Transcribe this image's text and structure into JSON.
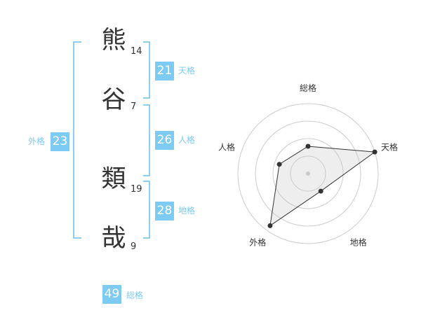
{
  "name": {
    "chars": [
      "熊",
      "谷",
      "類",
      "哉"
    ],
    "strokes": [
      "14",
      "7",
      "19",
      "9"
    ]
  },
  "scores": {
    "tenkaku": {
      "value": "21",
      "label": "天格"
    },
    "jinkaku": {
      "value": "26",
      "label": "人格"
    },
    "chikaku": {
      "value": "28",
      "label": "地格"
    },
    "gaikaku": {
      "value": "23",
      "label": "外格"
    },
    "soukaku": {
      "value": "49",
      "label": "総格"
    }
  },
  "colors": {
    "accent": "#7dcaf3",
    "text": "#333333"
  },
  "chart_data": {
    "type": "radar",
    "axes": [
      "総格",
      "天格",
      "地格",
      "外格",
      "人格"
    ],
    "values": [
      0.39,
      1.0,
      0.31,
      0.92,
      0.43
    ],
    "rings": 4
  }
}
